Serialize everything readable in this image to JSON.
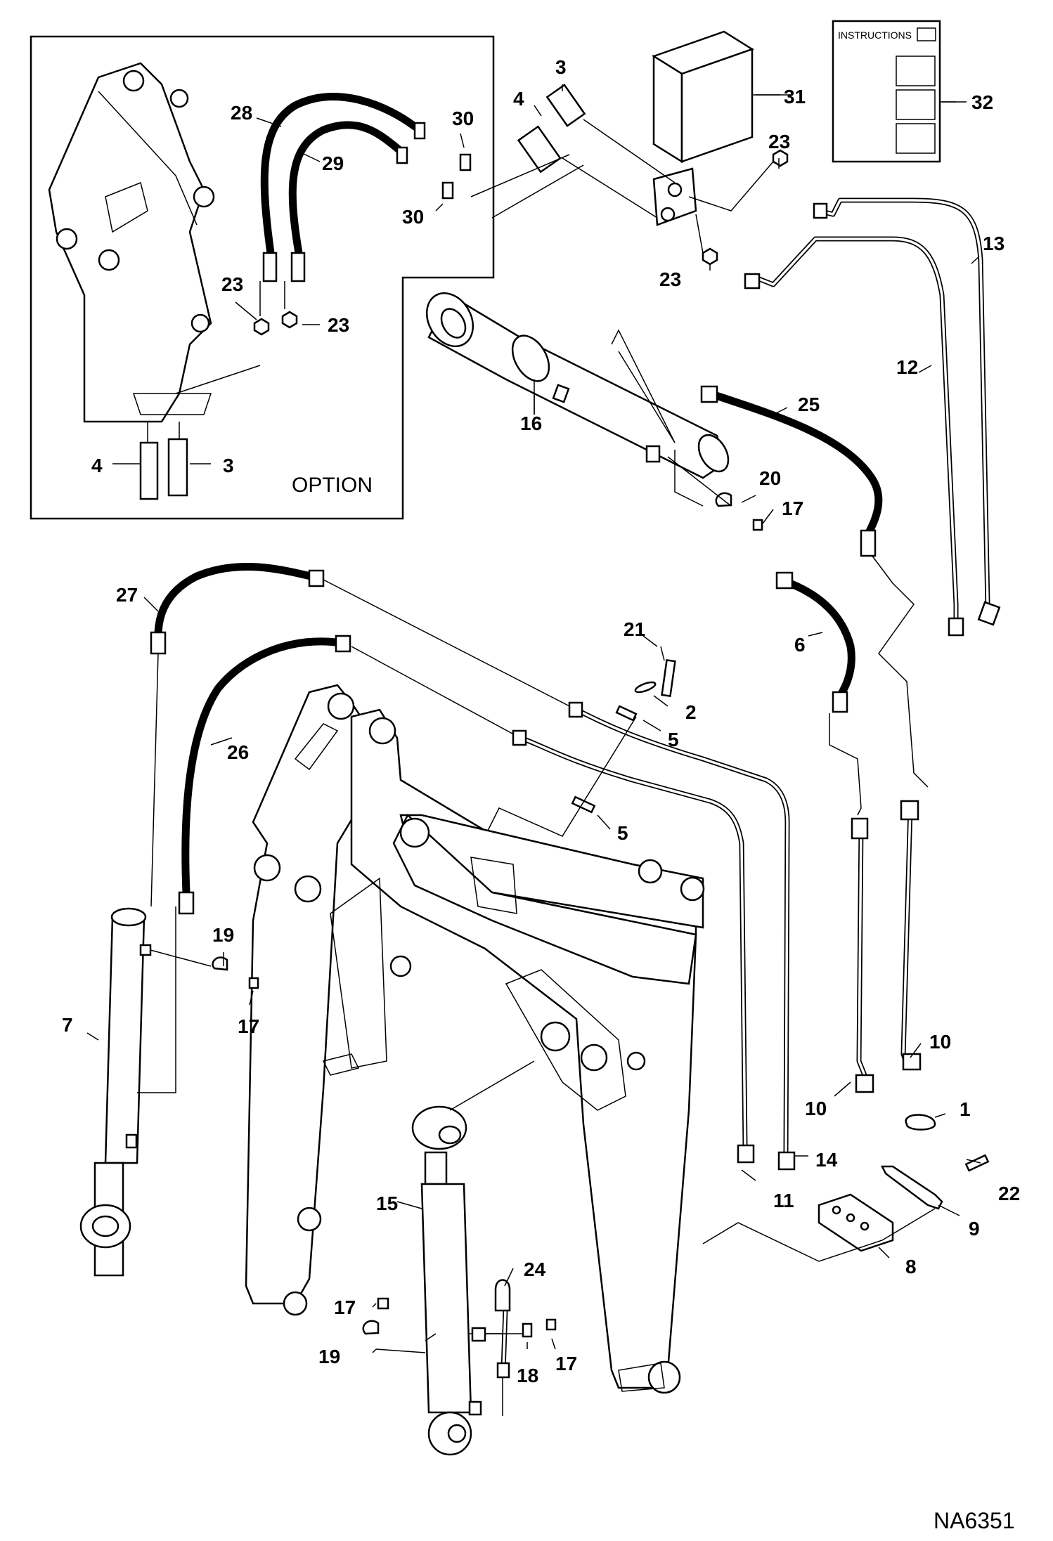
{
  "inset": {
    "label": "OPTION"
  },
  "instructions": {
    "title": "INSTRUCTIONS"
  },
  "drawing_code": "NA6351",
  "callouts": {
    "c1": "1",
    "c2": "2",
    "c3a": "3",
    "c3b": "3",
    "c4a": "4",
    "c4b": "4",
    "c5a": "5",
    "c5b": "5",
    "c6": "6",
    "c7": "7",
    "c8": "8",
    "c9": "9",
    "c10a": "10",
    "c10b": "10",
    "c11": "11",
    "c12": "12",
    "c13": "13",
    "c14": "14",
    "c15": "15",
    "c16": "16",
    "c17a": "17",
    "c17b": "17",
    "c17c": "17",
    "c17d": "17",
    "c18": "18",
    "c19a": "19",
    "c19b": "19",
    "c20": "20",
    "c21": "21",
    "c22": "22",
    "c23a": "23",
    "c23b": "23",
    "c23c": "23",
    "c23d": "23",
    "c24": "24",
    "c25": "25",
    "c26": "26",
    "c27": "27",
    "c28": "28",
    "c29": "29",
    "c30a": "30",
    "c30b": "30",
    "c31": "31",
    "c32": "32"
  }
}
